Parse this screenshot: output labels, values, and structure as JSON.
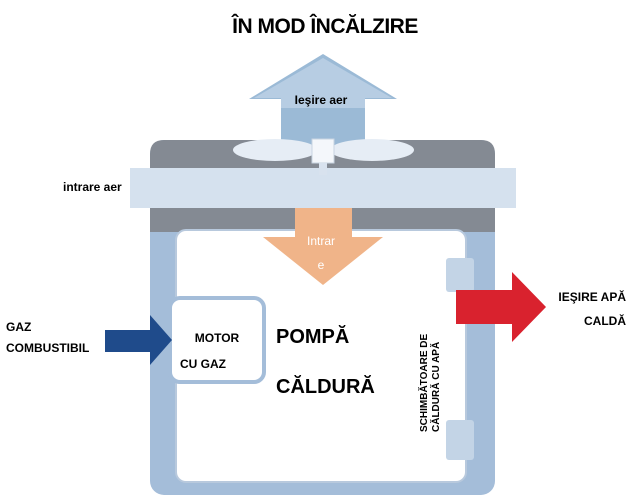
{
  "title": "ÎN MOD ÎNCĂLZIRE",
  "labels": {
    "air_out": "Ieşire aer",
    "air_in": "intrare aer",
    "intake_line1": "Intrar",
    "intake_line2": "e",
    "fuel_gas_line1": "GAZ",
    "fuel_gas_line2": "COMBUSTIBIL",
    "gas_motor_line1": "MOTOR",
    "gas_motor_line2": "CU GAZ",
    "heat_pump_line1": "POMPĂ",
    "heat_pump_line2": "CĂLDURĂ",
    "exchanger_line1": "SCHIMBĂTOARE DE",
    "exchanger_line2": "CĂLDURĂ CU APĂ",
    "hot_water_line1": "IEŞIRE APĂ",
    "hot_water_line2": "CALDĂ"
  },
  "colors": {
    "outer_blue": "#a4bdd9",
    "inner_gray": "#848a93",
    "light_blue": "#d5e1ee",
    "arrow_up": "#9bbad6",
    "arrow_orange": "#f0b489",
    "arrow_red": "#d9222e",
    "arrow_navy": "#1f4b8b"
  }
}
